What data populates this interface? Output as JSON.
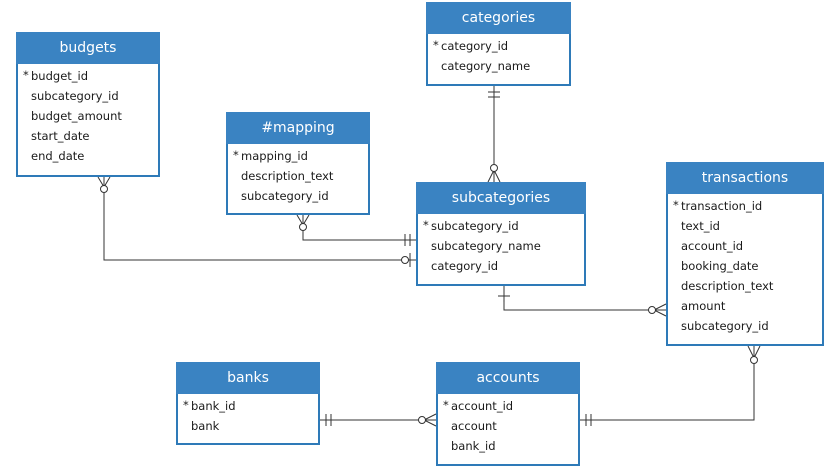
{
  "entities": {
    "budgets": {
      "title": "budgets",
      "fields": [
        {
          "name": "budget_id",
          "pk": true
        },
        {
          "name": "subcategory_id",
          "pk": false
        },
        {
          "name": "budget_amount",
          "pk": false
        },
        {
          "name": "start_date",
          "pk": false
        },
        {
          "name": "end_date",
          "pk": false
        }
      ]
    },
    "categories": {
      "title": "categories",
      "fields": [
        {
          "name": "category_id",
          "pk": true
        },
        {
          "name": "category_name",
          "pk": false
        }
      ]
    },
    "mapping": {
      "title": "#mapping",
      "fields": [
        {
          "name": "mapping_id",
          "pk": true
        },
        {
          "name": "description_text",
          "pk": false
        },
        {
          "name": "subcategory_id",
          "pk": false
        }
      ]
    },
    "subcategories": {
      "title": "subcategories",
      "fields": [
        {
          "name": "subcategory_id",
          "pk": true
        },
        {
          "name": "subcategory_name",
          "pk": false
        },
        {
          "name": "category_id",
          "pk": false
        }
      ]
    },
    "transactions": {
      "title": "transactions",
      "fields": [
        {
          "name": "transaction_id",
          "pk": true
        },
        {
          "name": "text_id",
          "pk": false
        },
        {
          "name": "account_id",
          "pk": false
        },
        {
          "name": "booking_date",
          "pk": false
        },
        {
          "name": "description_text",
          "pk": false
        },
        {
          "name": "amount",
          "pk": false
        },
        {
          "name": "subcategory_id",
          "pk": false
        }
      ]
    },
    "banks": {
      "title": "banks",
      "fields": [
        {
          "name": "bank_id",
          "pk": true
        },
        {
          "name": "bank",
          "pk": false
        }
      ]
    },
    "accounts": {
      "title": "accounts",
      "fields": [
        {
          "name": "account_id",
          "pk": true
        },
        {
          "name": "account",
          "pk": false
        },
        {
          "name": "bank_id",
          "pk": false
        }
      ]
    }
  },
  "relationships": [
    {
      "from": "categories",
      "from_end": "one-mandatory",
      "to": "subcategories",
      "to_end": "zero-or-many"
    },
    {
      "from": "budgets",
      "from_end": "zero-or-many",
      "to": "subcategories",
      "to_end": "zero-or-one"
    },
    {
      "from": "mapping",
      "from_end": "zero-or-many",
      "to": "subcategories",
      "to_end": "one-mandatory"
    },
    {
      "from": "subcategories",
      "from_end": "one-or-zero",
      "to": "transactions",
      "to_end": "zero-or-many"
    },
    {
      "from": "banks",
      "from_end": "one-mandatory",
      "to": "accounts",
      "to_end": "zero-or-many"
    },
    {
      "from": "accounts",
      "from_end": "one-mandatory",
      "to": "transactions",
      "to_end": "zero-or-many"
    }
  ],
  "pk_marker": "*",
  "colors": {
    "header": "#3a83c2",
    "border": "#2e7ab8",
    "line": "#333333"
  }
}
